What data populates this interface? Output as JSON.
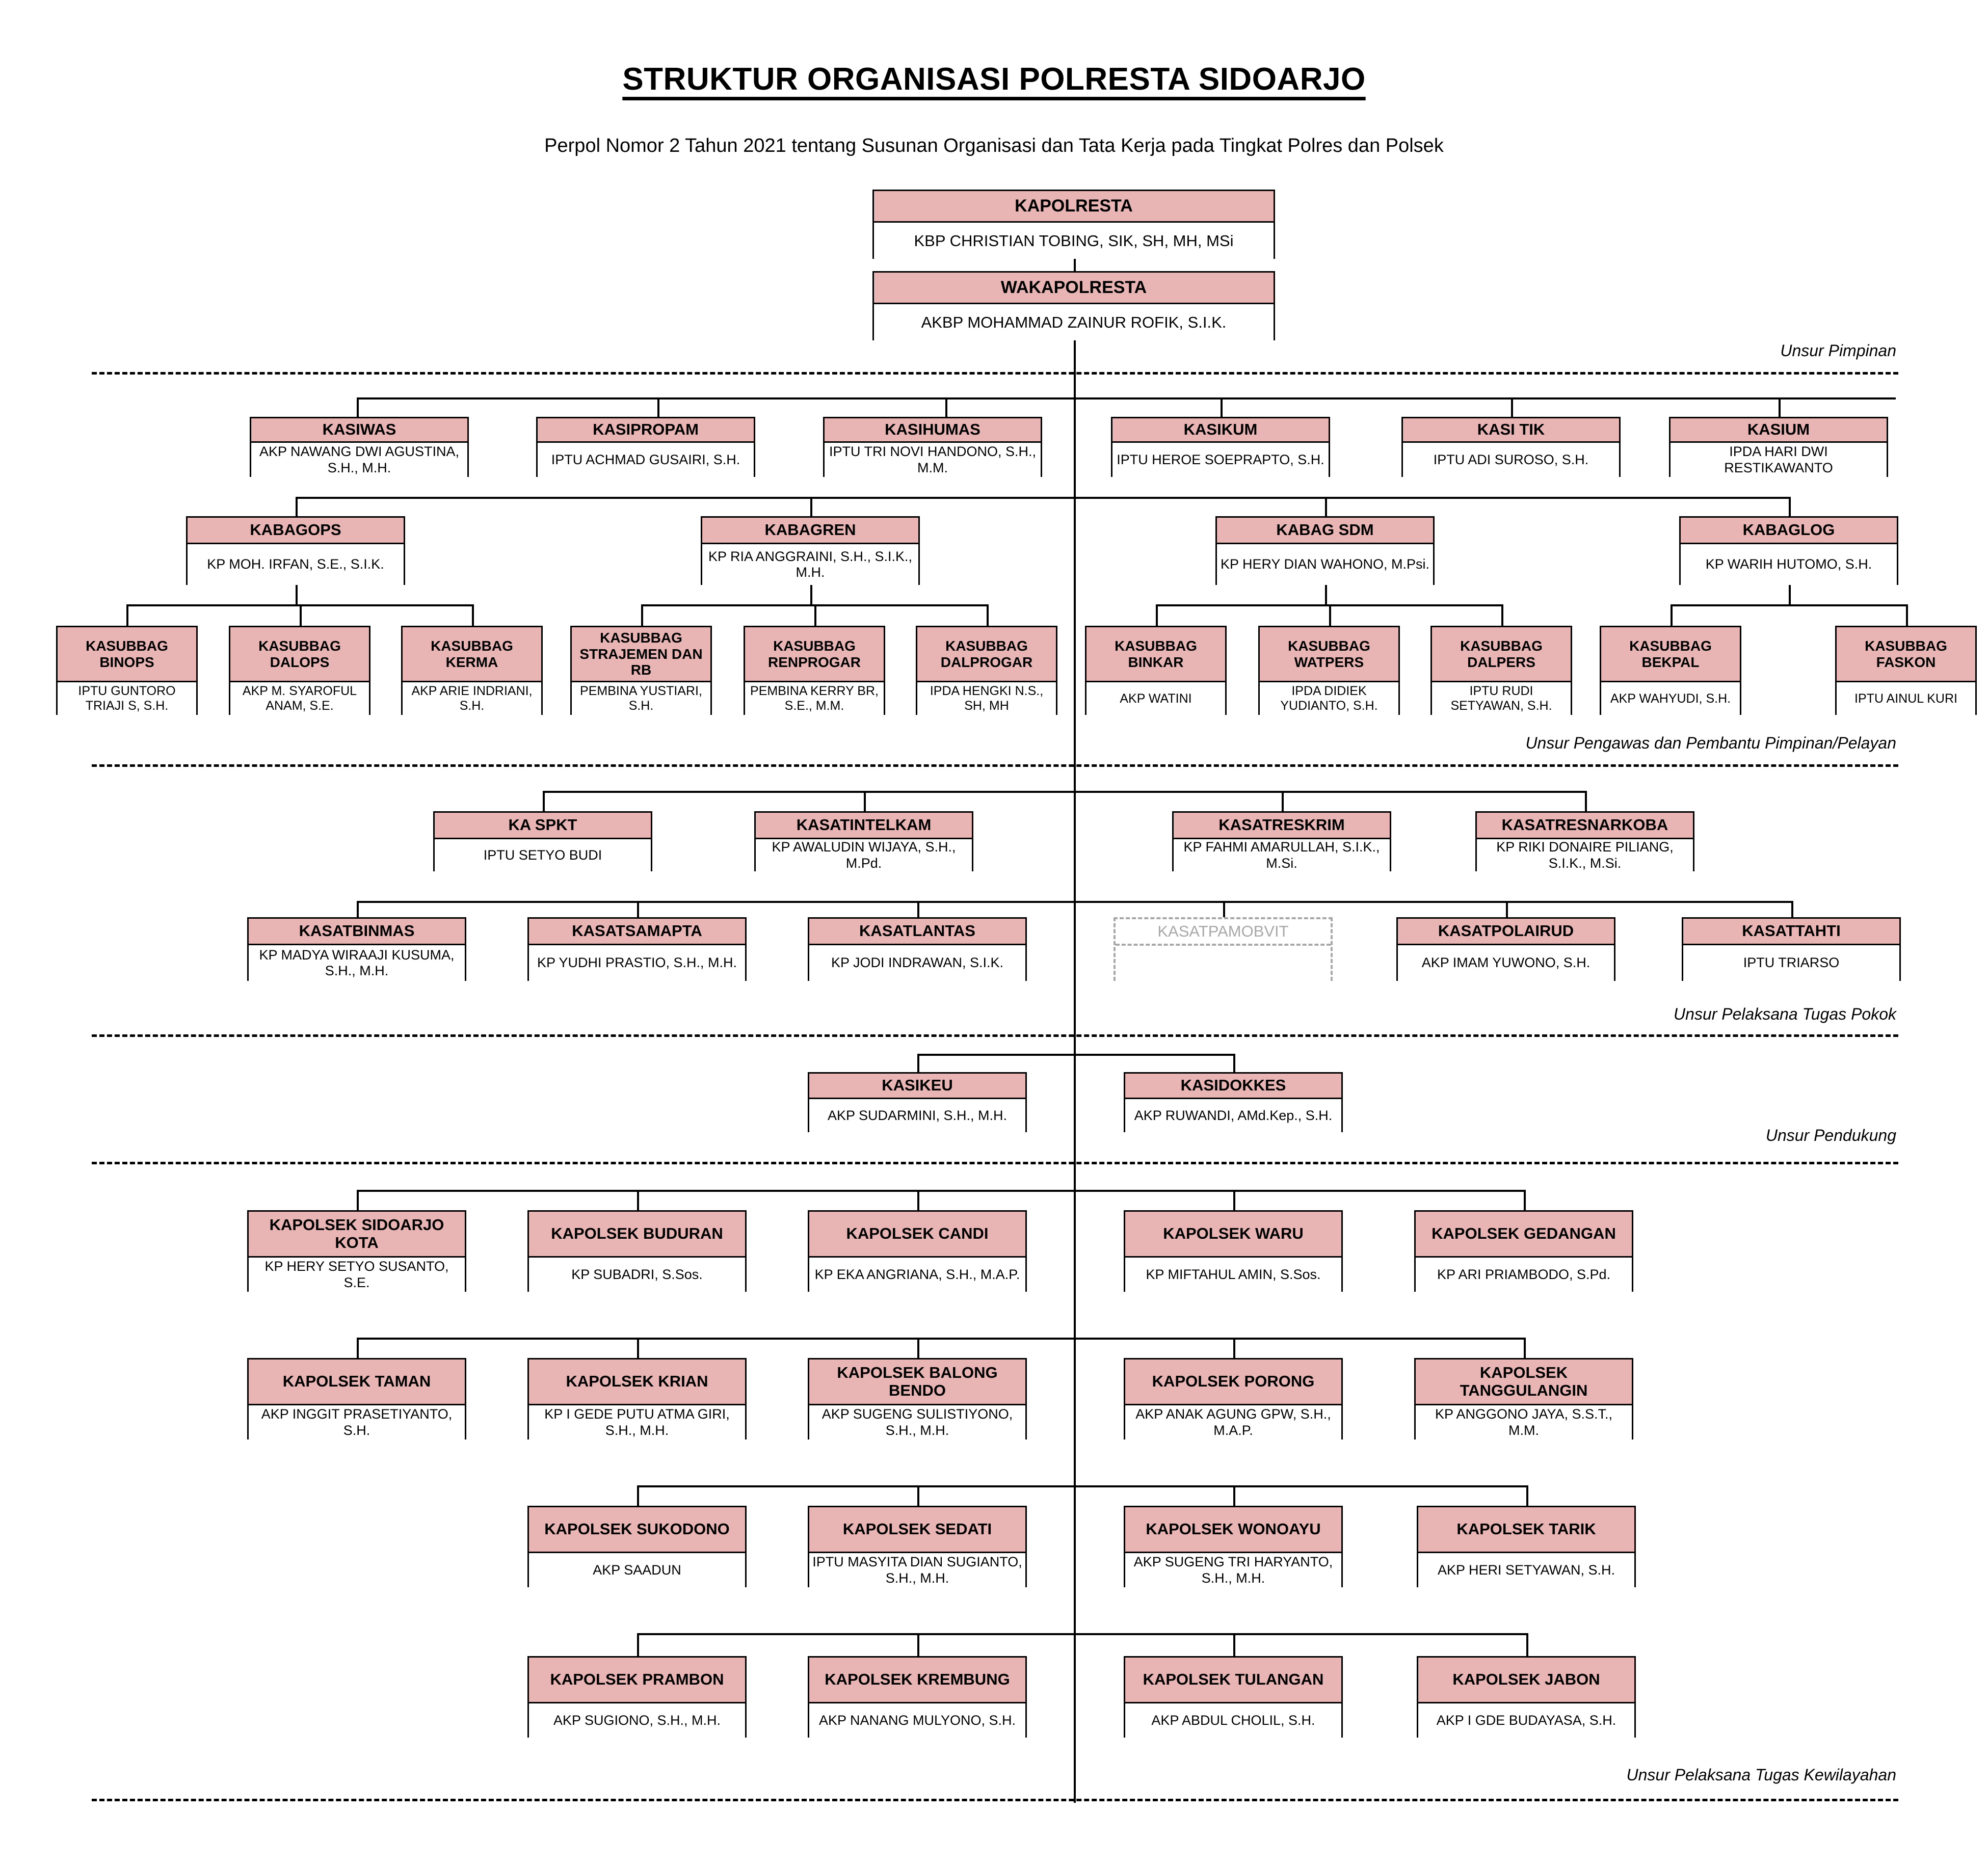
{
  "header": {
    "title": "STRUKTUR ORGANISASI POLRESTA SIDOARJO",
    "subtitle": "Perpol Nomor 2 Tahun 2021 tentang Susunan Organisasi dan Tata Kerja pada Tingkat Polres dan Polsek"
  },
  "colors": {
    "header_fill": "#e8b4b4",
    "box_border": "#000000",
    "ghost_border": "#a8a8a8",
    "background": "#ffffff"
  },
  "section_labels": {
    "pimpinan": "Unsur Pimpinan",
    "pengawas": "Unsur Pengawas dan Pembantu Pimpinan/Pelayan",
    "pelaksana_pokok": "Unsur Pelaksana Tugas Pokok",
    "pendukung": "Unsur Pendukung",
    "kewilayahan": "Unsur Pelaksana Tugas Kewilayahan"
  },
  "nodes": {
    "kapolresta": {
      "title": "KAPOLRESTA",
      "name": "KBP CHRISTIAN TOBING, SIK, SH, MH, MSi"
    },
    "wakapolresta": {
      "title": "WAKAPOLRESTA",
      "name": "AKBP MOHAMMAD ZAINUR ROFIK, S.I.K."
    },
    "kasiwas": {
      "title": "KASIWAS",
      "name": "AKP NAWANG DWI AGUSTINA, S.H., M.H."
    },
    "kasipropam": {
      "title": "KASIPROPAM",
      "name": "IPTU ACHMAD GUSAIRI, S.H."
    },
    "kasihumas": {
      "title": "KASIHUMAS",
      "name": "IPTU TRI NOVI HANDONO, S.H., M.M."
    },
    "kasikum": {
      "title": "KASIKUM",
      "name": "IPTU HEROE SOEPRAPTO, S.H."
    },
    "kasitik": {
      "title": "KASI TIK",
      "name": "IPTU ADI SUROSO, S.H."
    },
    "kasium": {
      "title": "KASIUM",
      "name": "IPDA HARI DWI RESTIKAWANTO"
    },
    "kabagops": {
      "title": "KABAGOPS",
      "name": "KP MOH. IRFAN, S.E., S.I.K."
    },
    "kabagren": {
      "title": "KABAGREN",
      "name": "KP RIA ANGGRAINI, S.H., S.I.K., M.H."
    },
    "kabagsdm": {
      "title": "KABAG SDM",
      "name": "KP HERY DIAN WAHONO, M.Psi."
    },
    "kabaglog": {
      "title": "KABAGLOG",
      "name": "KP WARIH HUTOMO, S.H."
    },
    "binops": {
      "title": "KASUBBAG BINOPS",
      "name": "IPTU GUNTORO TRIAJI S, S.H."
    },
    "dalops": {
      "title": "KASUBBAG DALOPS",
      "name": "AKP M. SYAROFUL ANAM, S.E."
    },
    "kerma": {
      "title": "KASUBBAG KERMA",
      "name": "AKP ARIE INDRIANI, S.H."
    },
    "strajemen": {
      "title": "KASUBBAG STRAJEMEN DAN RB",
      "name": "PEMBINA YUSTIARI, S.H."
    },
    "renprogar": {
      "title": "KASUBBAG RENPROGAR",
      "name": "PEMBINA KERRY BR, S.E., M.M."
    },
    "dalprogar": {
      "title": "KASUBBAG DALPROGAR",
      "name": "IPDA HENGKI N.S., SH, MH"
    },
    "binkar": {
      "title": "KASUBBAG BINKAR",
      "name": "AKP WATINI"
    },
    "watpers": {
      "title": "KASUBBAG WATPERS",
      "name": "IPDA DIDIEK YUDIANTO, S.H."
    },
    "dalpers": {
      "title": "KASUBBAG DALPERS",
      "name": "IPTU RUDI SETYAWAN, S.H."
    },
    "bekpal": {
      "title": "KASUBBAG BEKPAL",
      "name": "AKP WAHYUDI, S.H."
    },
    "faskon": {
      "title": "KASUBBAG FASKON",
      "name": "IPTU AINUL KURI"
    },
    "kaspkt": {
      "title": "KA SPKT",
      "name": "IPTU SETYO BUDI"
    },
    "kasatintelkam": {
      "title": "KASATINTELKAM",
      "name": "KP AWALUDIN WIJAYA, S.H., M.Pd."
    },
    "kasatreskrim": {
      "title": "KASATRESKRIM",
      "name": "KP FAHMI AMARULLAH, S.I.K., M.Si."
    },
    "kasatresnarkoba": {
      "title": "KASATRESNARKOBA",
      "name": "KP RIKI DONAIRE PILIANG, S.I.K., M.Si."
    },
    "kasatbinmas": {
      "title": "KASATBINMAS",
      "name": "KP MADYA WIRAAJI KUSUMA, S.H., M.H."
    },
    "kasatsamapta": {
      "title": "KASATSAMAPTA",
      "name": "KP YUDHI PRASTIO, S.H., M.H."
    },
    "kasatlantas": {
      "title": "KASATLANTAS",
      "name": "KP JODI INDRAWAN, S.I.K."
    },
    "kasatpamobvit": {
      "title": "KASATPAMOBVIT",
      "name": ""
    },
    "kasatpolairud": {
      "title": "KASATPOLAIRUD",
      "name": "AKP IMAM YUWONO, S.H."
    },
    "kasattahti": {
      "title": "KASATTAHTI",
      "name": "IPTU TRIARSO"
    },
    "kasikeu": {
      "title": "KASIKEU",
      "name": "AKP SUDARMINI, S.H., M.H."
    },
    "kasidokkes": {
      "title": "KASIDOKKES",
      "name": "AKP RUWANDI, AMd.Kep., S.H."
    },
    "ps_sidoarjo_kota": {
      "title": "KAPOLSEK SIDOARJO KOTA",
      "name": "KP HERY SETYO SUSANTO, S.E."
    },
    "ps_buduran": {
      "title": "KAPOLSEK BUDURAN",
      "name": "KP SUBADRI, S.Sos."
    },
    "ps_candi": {
      "title": "KAPOLSEK CANDI",
      "name": "KP EKA ANGRIANA, S.H., M.A.P."
    },
    "ps_waru": {
      "title": "KAPOLSEK WARU",
      "name": "KP MIFTAHUL AMIN, S.Sos."
    },
    "ps_gedangan": {
      "title": "KAPOLSEK GEDANGAN",
      "name": "KP ARI PRIAMBODO, S.Pd."
    },
    "ps_taman": {
      "title": "KAPOLSEK TAMAN",
      "name": "AKP INGGIT PRASETIYANTO, S.H."
    },
    "ps_krian": {
      "title": "KAPOLSEK KRIAN",
      "name": "KP I GEDE PUTU ATMA GIRI, S.H., M.H."
    },
    "ps_balong_bendo": {
      "title": "KAPOLSEK BALONG BENDO",
      "name": "AKP SUGENG SULISTIYONO, S.H., M.H."
    },
    "ps_porong": {
      "title": "KAPOLSEK PORONG",
      "name": "AKP ANAK AGUNG GPW, S.H., M.A.P."
    },
    "ps_tanggulangin": {
      "title": "KAPOLSEK TANGGULANGIN",
      "name": "KP ANGGONO JAYA, S.S.T., M.M."
    },
    "ps_sukodono": {
      "title": "KAPOLSEK SUKODONO",
      "name": "AKP SAADUN"
    },
    "ps_sedati": {
      "title": "KAPOLSEK SEDATI",
      "name": "IPTU MASYITA DIAN SUGIANTO, S.H., M.H."
    },
    "ps_wonoayu": {
      "title": "KAPOLSEK WONOAYU",
      "name": "AKP SUGENG TRI HARYANTO, S.H., M.H."
    },
    "ps_tarik": {
      "title": "KAPOLSEK TARIK",
      "name": "AKP HERI SETYAWAN, S.H."
    },
    "ps_prambon": {
      "title": "KAPOLSEK PRAMBON",
      "name": "AKP SUGIONO, S.H., M.H."
    },
    "ps_krembung": {
      "title": "KAPOLSEK KREMBUNG",
      "name": "AKP NANANG MULYONO, S.H."
    },
    "ps_tulangan": {
      "title": "KAPOLSEK TULANGAN",
      "name": "AKP ABDUL CHOLIL, S.H."
    },
    "ps_jabon": {
      "title": "KAPOLSEK JABON",
      "name": "AKP I GDE BUDAYASA, S.H."
    }
  }
}
